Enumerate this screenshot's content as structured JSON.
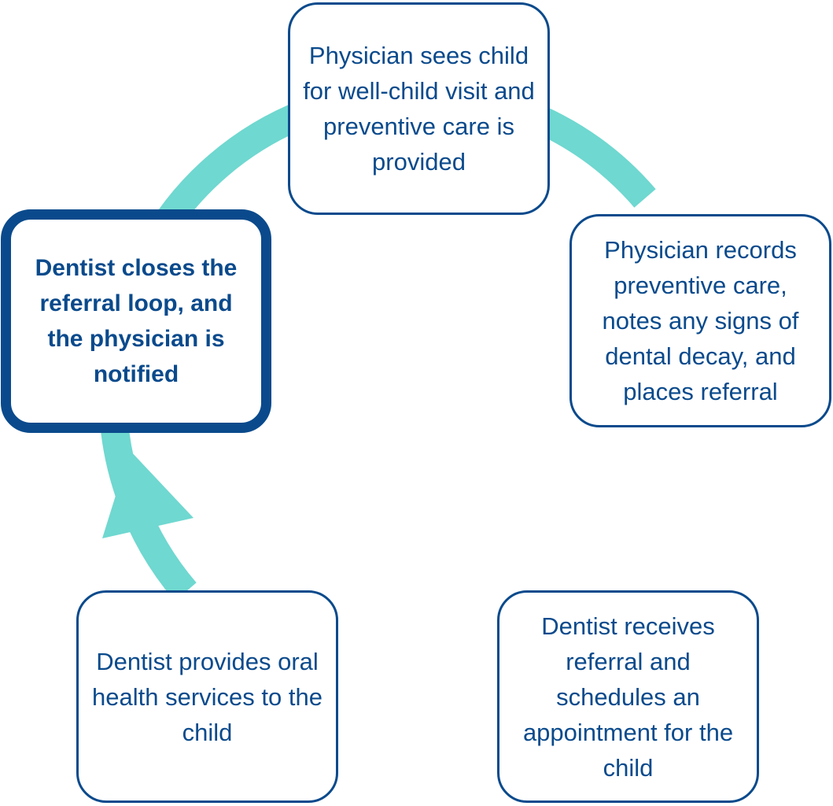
{
  "colors": {
    "box_border": "#0a4a8c",
    "box_text": "#0a4a8c",
    "cycle_arrow": "#6fd8d0",
    "background": "#ffffff"
  },
  "steps": [
    {
      "id": "well-child-visit",
      "label": "Physician sees child for well-child visit and preventive care is provided"
    },
    {
      "id": "records-referral",
      "label": "Physician records preventive care, notes any signs of dental decay, and places referral"
    },
    {
      "id": "dentist-receives",
      "label": "Dentist receives referral and schedules an appointment for the child"
    },
    {
      "id": "dentist-provides",
      "label": "Dentist provides oral health services to the child"
    },
    {
      "id": "closes-loop",
      "label": "Dentist closes the referral loop, and the physician is notified",
      "emphasis": true
    }
  ]
}
